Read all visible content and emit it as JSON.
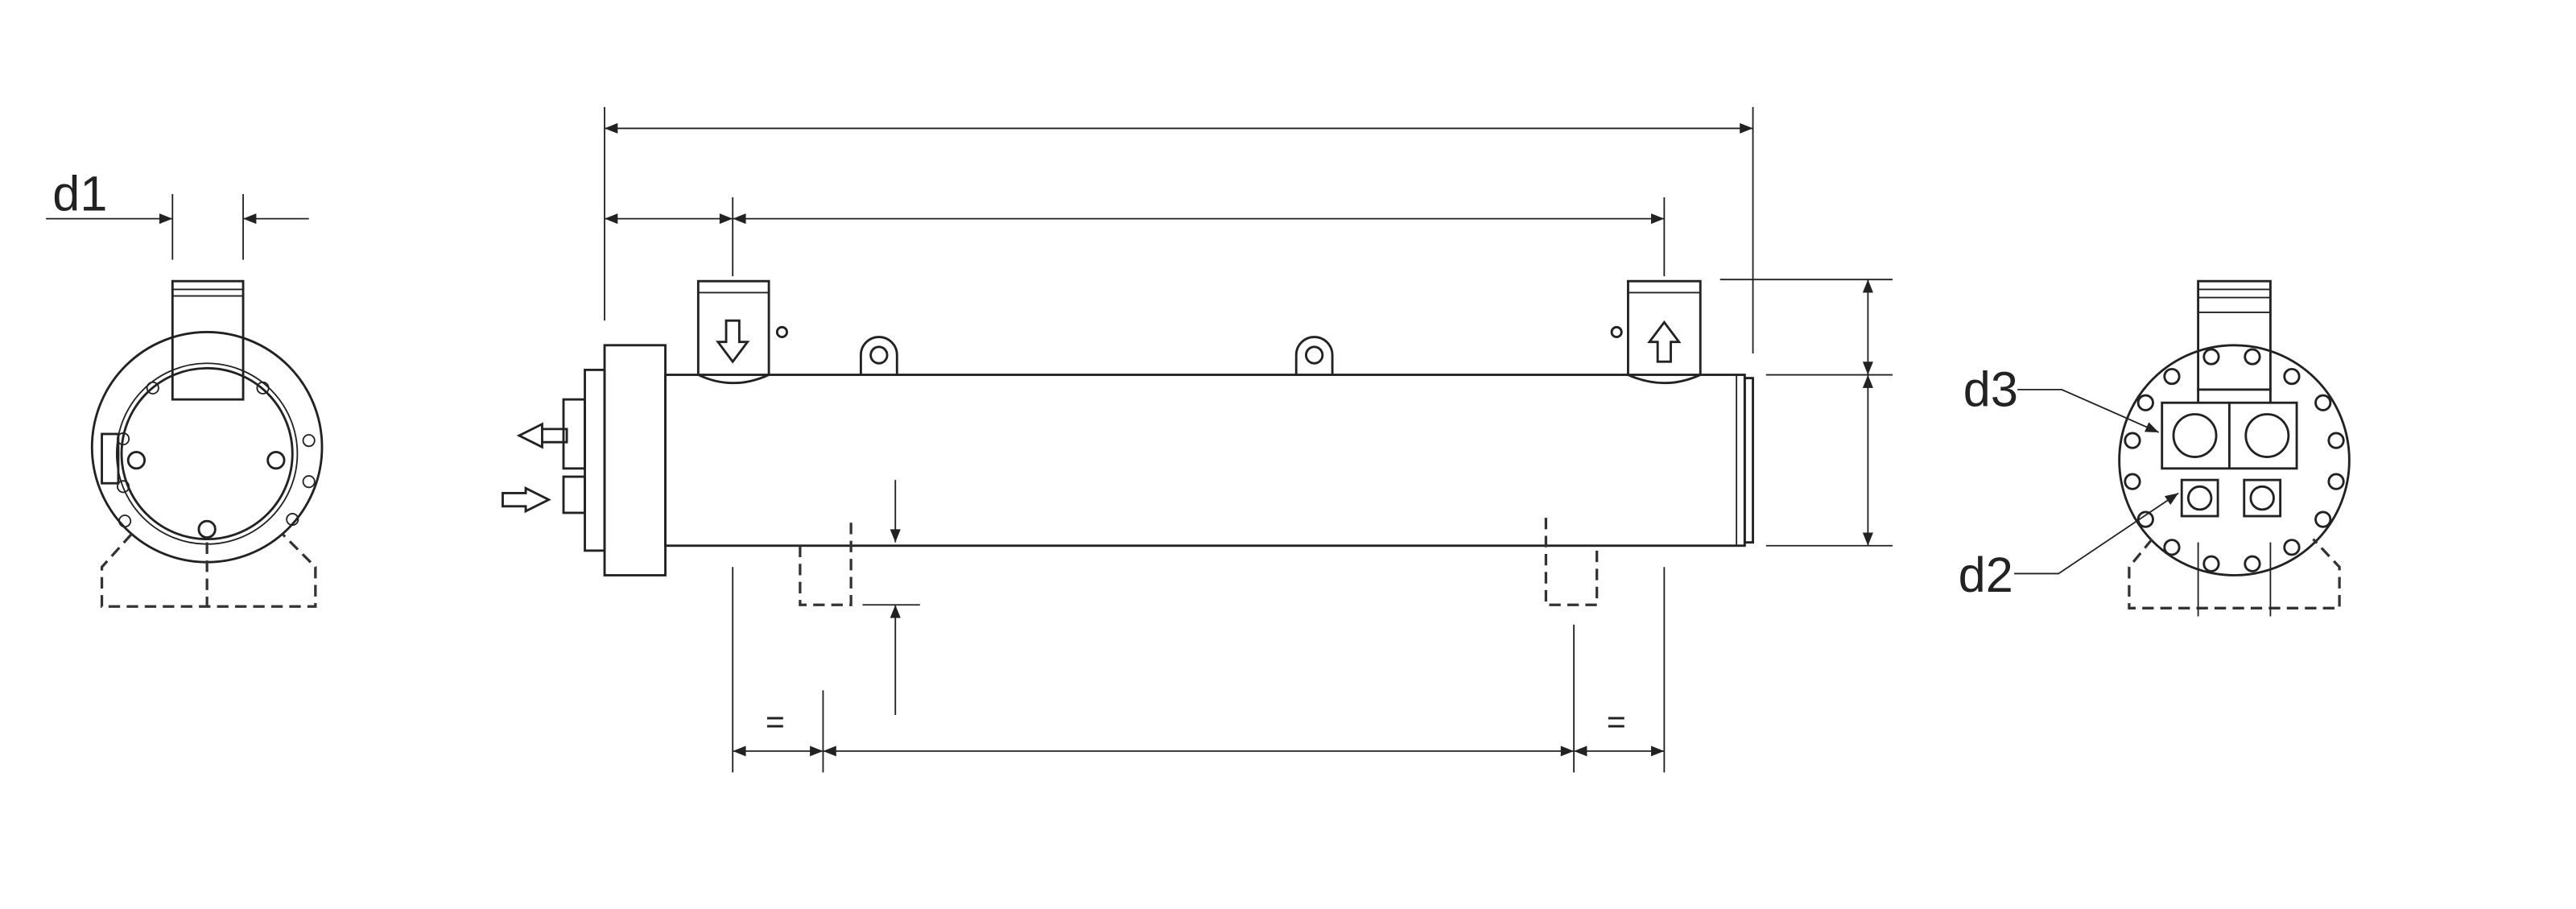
{
  "drawing": {
    "left_view": {
      "label_d1": "d1"
    },
    "right_view": {
      "label_d3": "d3",
      "label_d2": "d2"
    },
    "side_view": {
      "equal_left": "=",
      "equal_right": "="
    }
  }
}
